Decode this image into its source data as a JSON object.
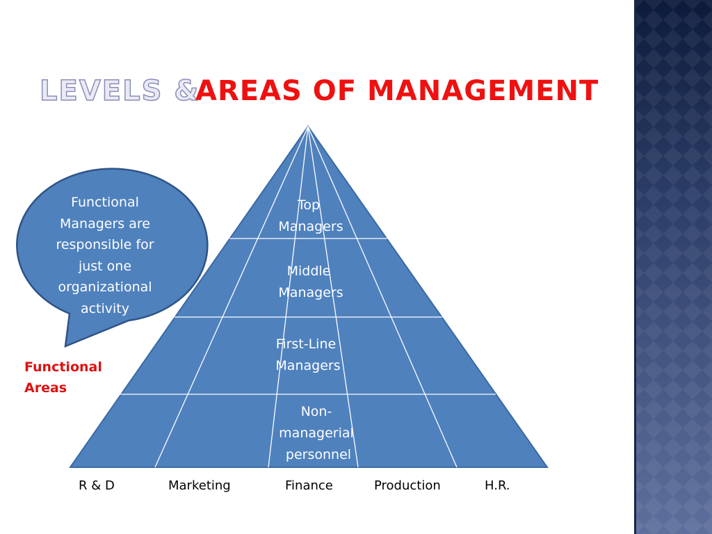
{
  "title": {
    "part1": "LEVELS &",
    "part2": "AREAS OF MANAGEMENT"
  },
  "callout": {
    "lines": [
      "Functional",
      "Managers are",
      "responsible for",
      "just one",
      "organizational",
      "activity"
    ]
  },
  "side_label": {
    "lines": [
      "Functional",
      "Areas"
    ]
  },
  "pyramid": {
    "fill": "#4f81bd",
    "border": "#3a6aa5",
    "divider": "#ffffff",
    "levels": [
      {
        "lines": [
          "Top",
          "Managers"
        ]
      },
      {
        "lines": [
          "Middle",
          "Managers"
        ]
      },
      {
        "lines": [
          "First-Line",
          "Managers"
        ]
      },
      {
        "lines": [
          "Non-",
          "managerial",
          "personnel"
        ]
      }
    ]
  },
  "functional_areas": [
    "R & D",
    "Marketing",
    "Finance",
    "Production",
    "H.R."
  ],
  "colors": {
    "title_accent": "#ee1111",
    "title_outline": "#8a8db8",
    "label_red": "#dd1111",
    "panel_dark": "#0d1a3a",
    "panel_light": "#5d6f9c"
  }
}
